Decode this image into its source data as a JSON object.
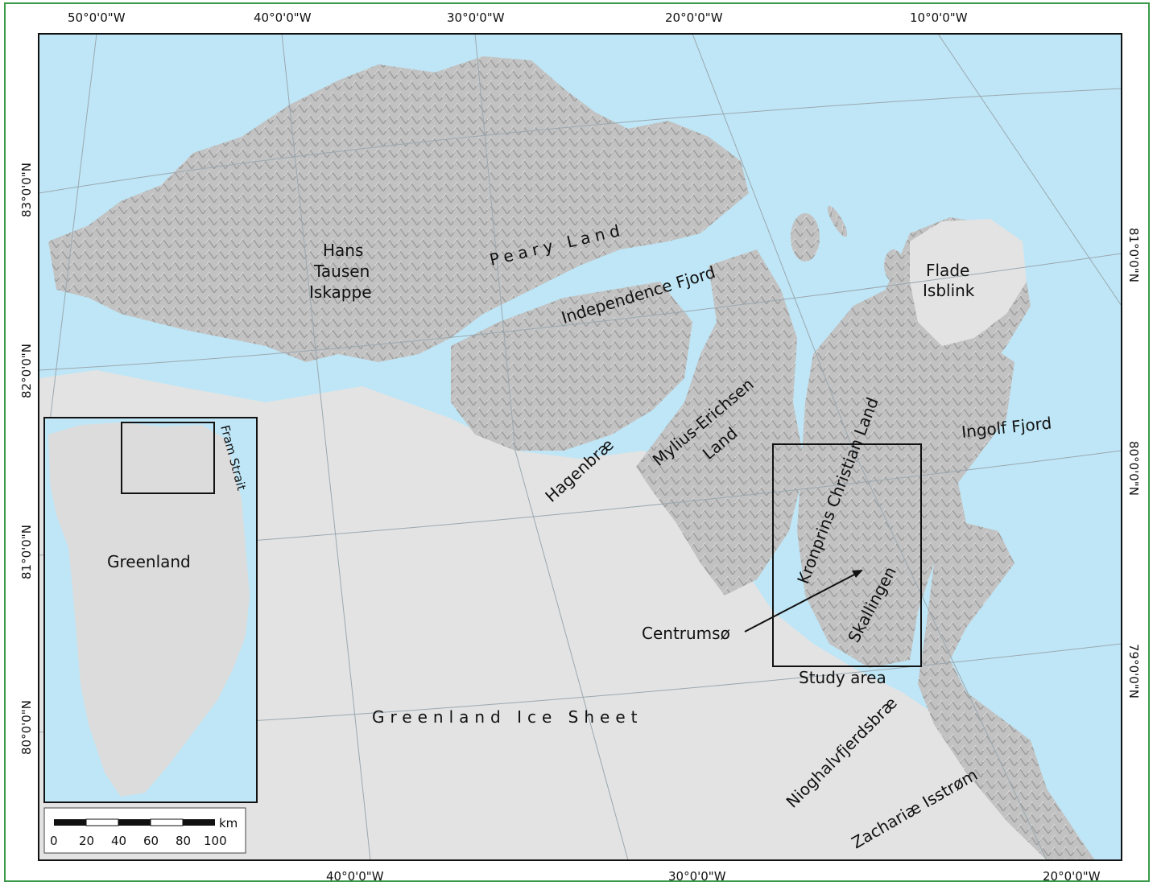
{
  "colors": {
    "water": "#bfe6f6",
    "land": "#c4c4c4",
    "ice": "#e3e3e3",
    "graticule": "#9aa8b0",
    "frame": "#3a9a4a"
  },
  "top_ticks": [
    "50°0'0\"W",
    "40°0'0\"W",
    "30°0'0\"W",
    "20°0'0\"W",
    "10°0'0\"W"
  ],
  "bottom_ticks": [
    "40°0'0\"W",
    "30°0'0\"W",
    "20°0'0\"W"
  ],
  "left_ticks": [
    "83°0'0\"N",
    "82°0'0\"N",
    "81°0'0\"N",
    "80°0'0\"N"
  ],
  "right_ticks": [
    "81°0'0\"N",
    "80°0'0\"N",
    "79°0'0\"N"
  ],
  "labels": {
    "peary_land": "Peary Land",
    "hans_tausen_1": "Hans",
    "hans_tausen_2": "Tausen",
    "hans_tausen_3": "Iskappe",
    "independence_fjord": "Independence Fjord",
    "flade_1": "Flade",
    "flade_2": "Isblink",
    "kronprins": "Kronprins Christian Land",
    "ingolf": "Ingolf Fjord",
    "mylius_1": "Mylius-Erichsen",
    "mylius_2": "Land",
    "hagenbrae": "Hagenbræ",
    "centrumso": "Centrumsø",
    "skallingen": "Skallingen",
    "study_area": "Study area",
    "ice_sheet": "Greenland Ice Sheet",
    "nioghalv": "Nioghalvfjerdsbræ",
    "zachariae": "Zachariæ Isstrøm"
  },
  "inset": {
    "greenland": "Greenland",
    "fram_strait": "Fram Strait"
  },
  "scale_bar": {
    "unit": "km",
    "ticks": [
      "0",
      "20",
      "40",
      "60",
      "80",
      "100"
    ]
  }
}
